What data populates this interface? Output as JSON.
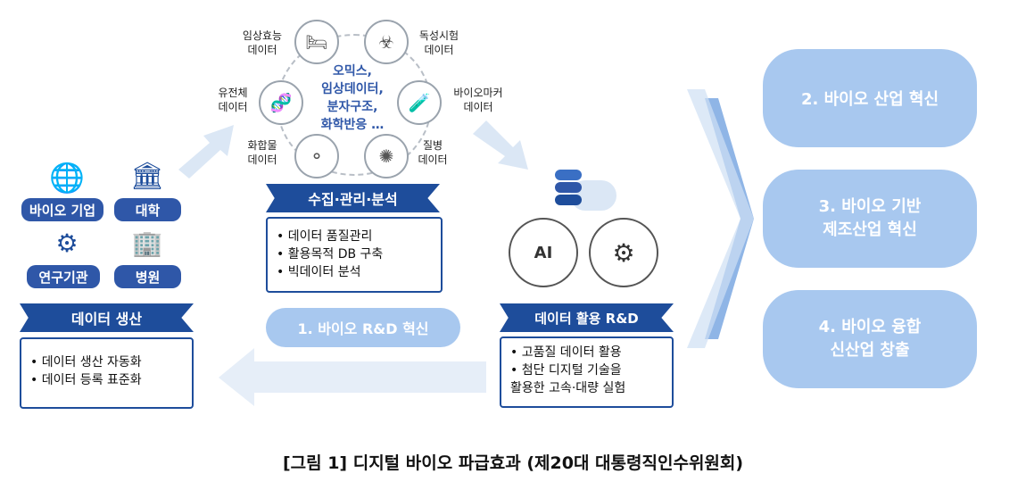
{
  "producers": {
    "bio_company": "바이오 기업",
    "university": "대학",
    "research_institute": "연구기관",
    "hospital": "병원"
  },
  "production": {
    "banner": "데이터 생산",
    "items": [
      "데이터 생산 자동화",
      "데이터 등록 표준화"
    ]
  },
  "cycle": {
    "center_lines": [
      "오믹스,",
      "임상데이터,",
      "분자구조,",
      "화학반응 …"
    ],
    "nodes": {
      "clinical": "임상효능\n데이터",
      "toxicity": "독성시험\n데이터",
      "genome": "유전체\n데이터",
      "biomarker": "바이오마커\n데이터",
      "compound": "화합물\n데이터",
      "disease": "질병\n데이터"
    }
  },
  "collection": {
    "banner": "수집·관리·분석",
    "items": [
      "데이터 품질관리",
      "활용목적 DB 구축",
      "빅데이터 분석"
    ]
  },
  "rnd_label": "1. 바이오 R&D 혁신",
  "utilization": {
    "banner": "데이터 활용 R&D",
    "items": [
      "고품질 데이터 활용",
      "첨단 디지털 기술을\n활용한 고속·대량 실험"
    ],
    "ai_text": "AI"
  },
  "outcomes": [
    "2. 바이오 산업 혁신",
    "3. 바이오 기반\n제조산업 혁신",
    "4. 바이오 융합\n신산업 창출"
  ],
  "caption": "[그림 1] 디지털 바이오 파급효과 (제20대 대통령직인수위원회)",
  "colors": {
    "navy": "#1e4d9b",
    "light_blue": "#a8c8ef",
    "pale_arrow": "#dbe7f5"
  }
}
